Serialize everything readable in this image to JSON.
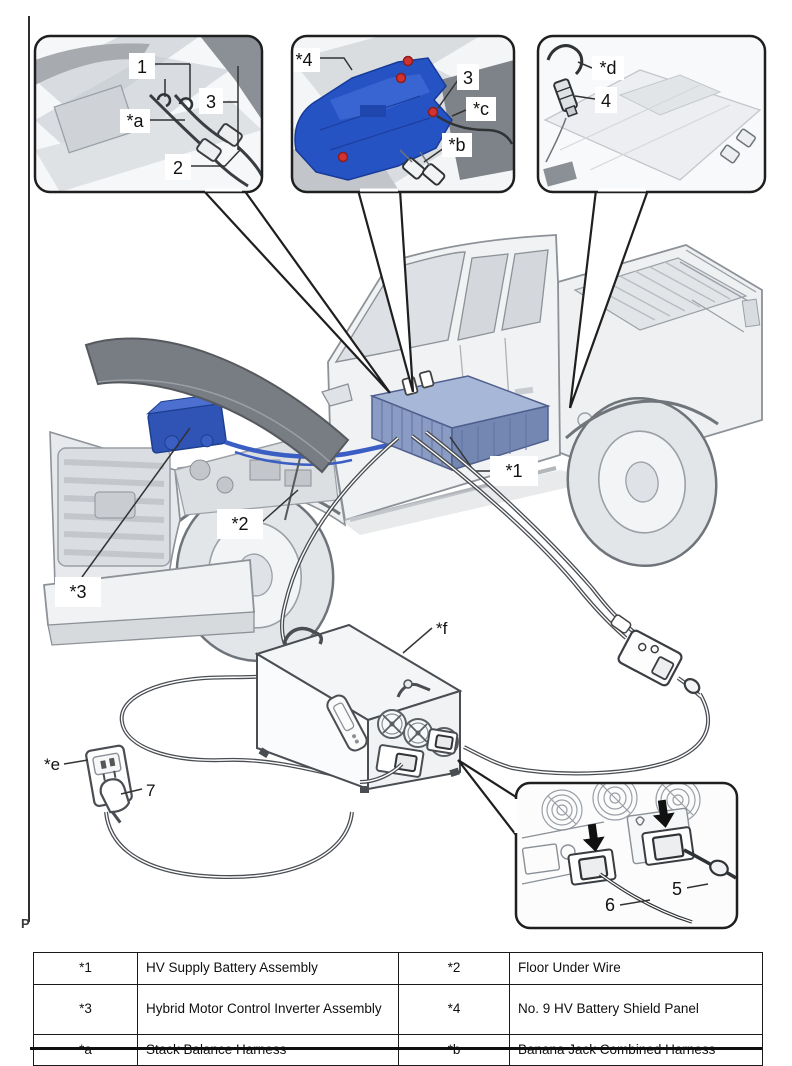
{
  "figure": {
    "footer_letter": "P",
    "colors": {
      "shield_blue": "#2653c4",
      "harness_blue": "#3b5ec4",
      "battery_blue": "#8ea2c9",
      "bolt_red": "#d23232"
    }
  },
  "callouts": {
    "engine_inset": {
      "clamp": "1",
      "harness3": "3",
      "stack_balance": "*a",
      "wire2": "2"
    },
    "shield_inset": {
      "panel4": "*4",
      "bolt3": "3",
      "cable_c": "*c",
      "jack_b": "*b"
    },
    "rear_inset": {
      "cable_d": "*d",
      "plug4": "4"
    },
    "truck": {
      "battery": "*1",
      "floor_wire": "*2",
      "inverter": "*3"
    },
    "equipment": {
      "device_f": "*f",
      "outlet_e": "*e",
      "plug7": "7",
      "cable5": "5",
      "cable6": "6"
    }
  },
  "legend_table": {
    "rows": [
      {
        "k1": "*1",
        "v1": "HV Supply Battery Assembly",
        "k2": "*2",
        "v2": "Floor Under Wire"
      },
      {
        "k1": "*3",
        "v1": "Hybrid Motor Control Inverter Assembly",
        "k2": "*4",
        "v2": "No. 9 HV Battery Shield Panel"
      },
      {
        "k1": "*a",
        "v1": "Stack Balance Harness",
        "k2": "*b",
        "v2": "Banana Jack Combined Harness"
      }
    ]
  }
}
